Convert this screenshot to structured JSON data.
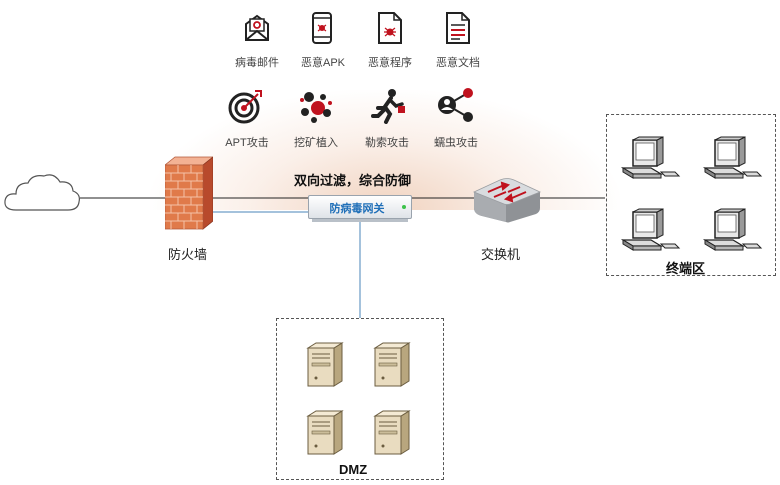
{
  "threats_top": [
    {
      "label": "病毒邮件",
      "icon": "virus-email-icon"
    },
    {
      "label": "恶意APK",
      "icon": "malicious-apk-icon"
    },
    {
      "label": "恶意程序",
      "icon": "malicious-program-icon"
    },
    {
      "label": "恶意文档",
      "icon": "malicious-document-icon"
    }
  ],
  "threats_bottom": [
    {
      "label": "APT攻击",
      "icon": "apt-target-icon"
    },
    {
      "label": "挖矿植入",
      "icon": "mining-icon"
    },
    {
      "label": "勒索攻击",
      "icon": "ransom-runner-icon"
    },
    {
      "label": "蠕虫攻击",
      "icon": "worm-icon"
    }
  ],
  "slogan": "双向过滤，综合防御",
  "firewall": {
    "label": "防火墙"
  },
  "gateway": {
    "label": "防病毒网关"
  },
  "switch": {
    "label": "交换机"
  },
  "terminal_zone": {
    "label": "终端区"
  },
  "dmz": {
    "label": "DMZ"
  },
  "colors": {
    "threat_red": "#c0121e",
    "link_blue": "#4a86b8",
    "firewall_orange": "#e07a4a"
  }
}
